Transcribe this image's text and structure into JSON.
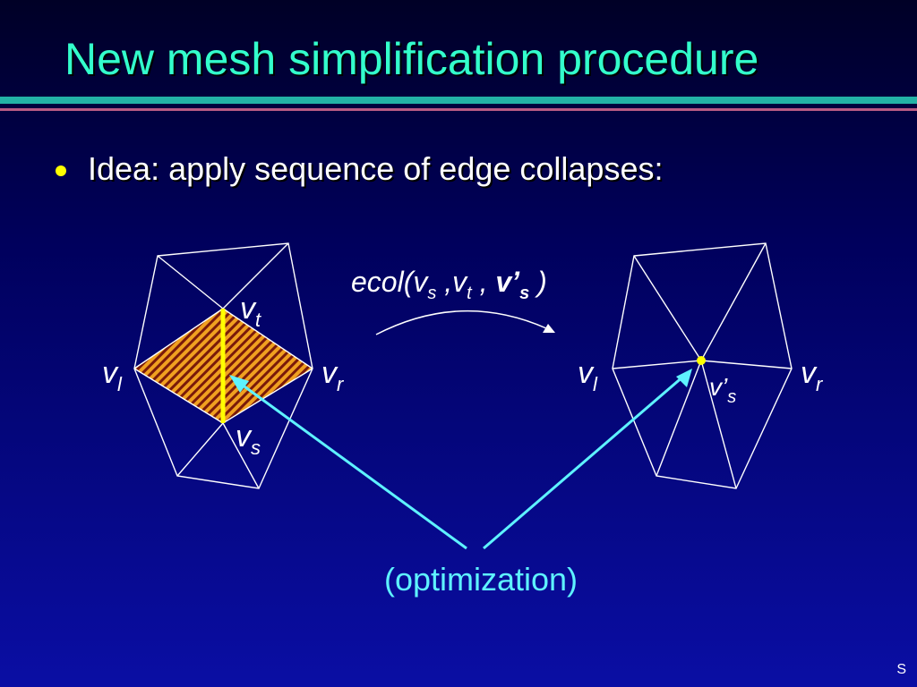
{
  "slide": {
    "title": "New mesh simplification procedure",
    "bullet": "Idea: apply sequence of edge collapses:",
    "slide_number": "S"
  },
  "diagram": {
    "operation": {
      "fn": "ecol(",
      "a": "v",
      "a_sub": "s",
      "sep1": " ,",
      "b": "v",
      "b_sub": "t",
      "sep2": " , ",
      "c": "v’",
      "c_sub": "s",
      "close": " )"
    },
    "left_mesh_labels": {
      "vt": {
        "v": "v",
        "sub": "t"
      },
      "vl": {
        "v": "v",
        "sub": "l"
      },
      "vr": {
        "v": "v",
        "sub": "r"
      },
      "vs": {
        "v": "v",
        "sub": "s"
      }
    },
    "right_mesh_labels": {
      "vl": {
        "v": "v",
        "sub": "l"
      },
      "vr": {
        "v": "v",
        "sub": "r"
      },
      "vs_prime": {
        "v": "v’",
        "sub": "s"
      }
    },
    "caption": "(optimization)",
    "colors": {
      "mesh_edge": "#ffffff",
      "collapsed_edge": "#ffff00",
      "face_fill": "#f0a020",
      "face_hatch": "#7a1a0a",
      "arrow": "#5ef2ff",
      "new_vertex": "#ffff00",
      "title": "#33ffcc"
    }
  }
}
